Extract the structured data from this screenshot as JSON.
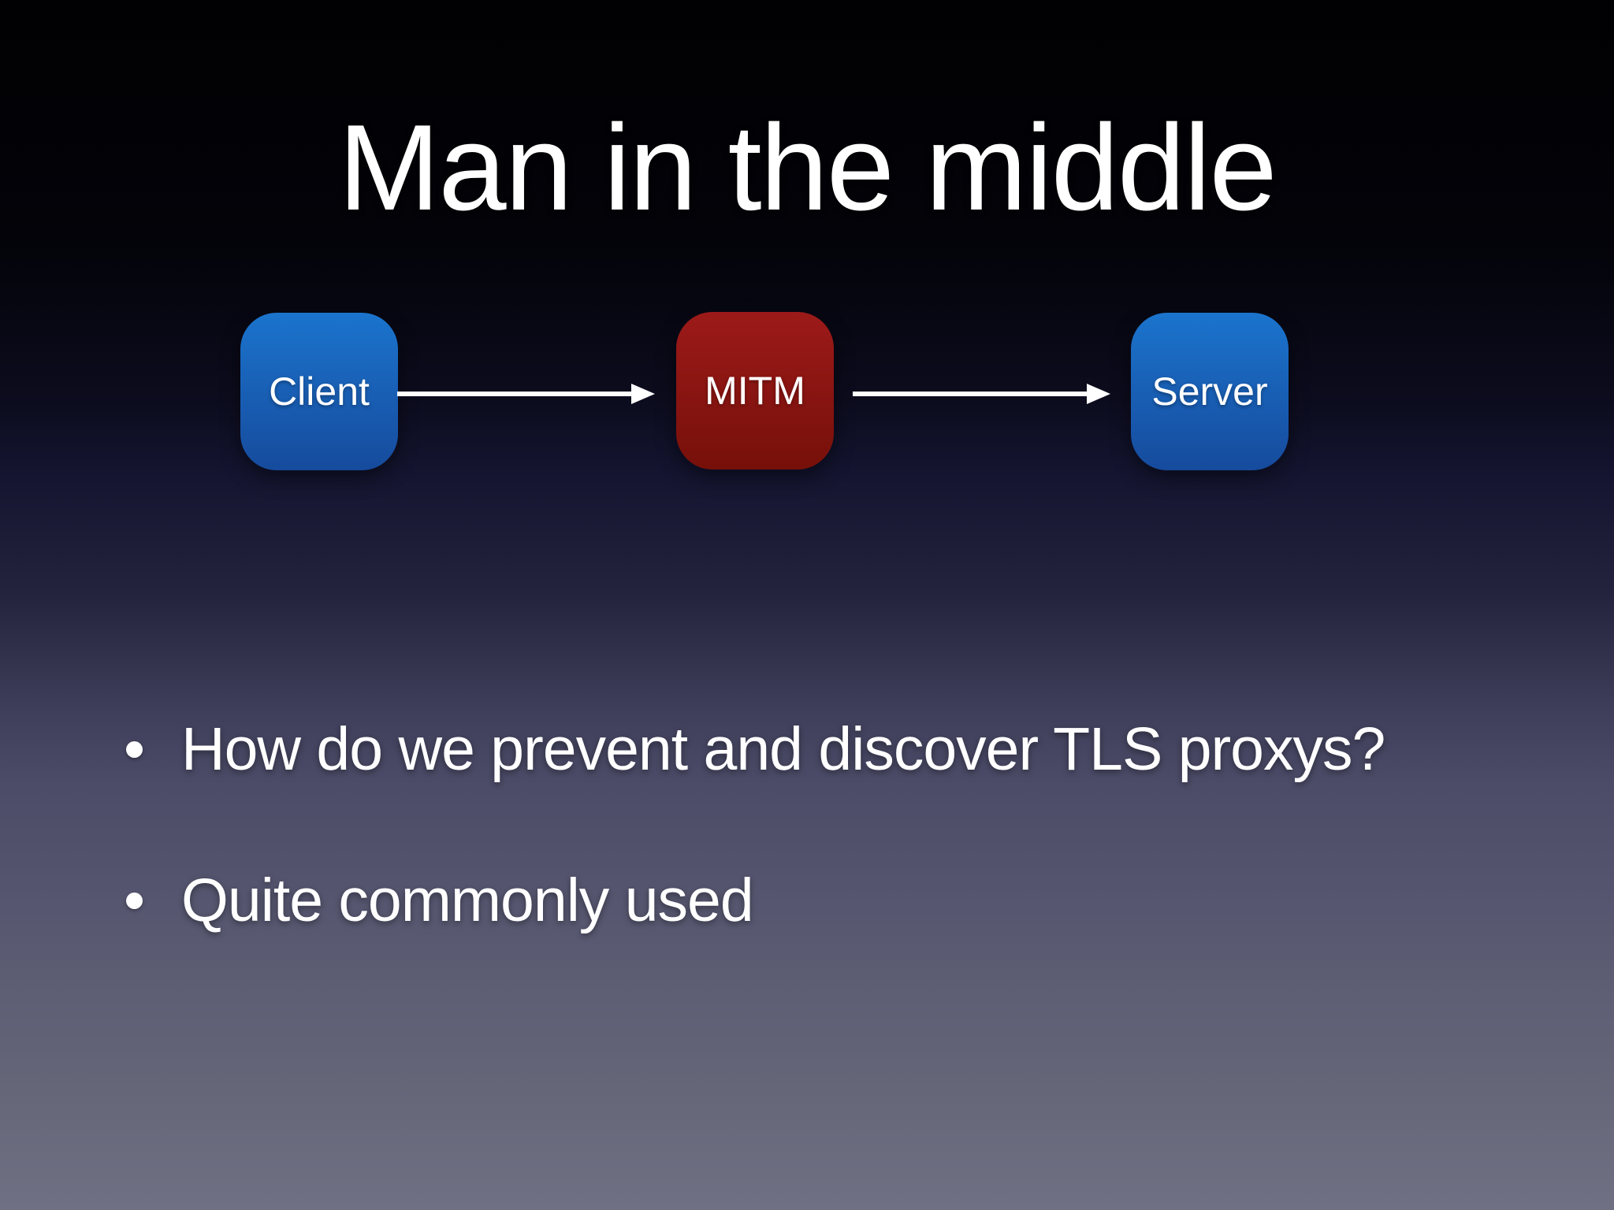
{
  "slide": {
    "title": "Man in the middle",
    "diagram": {
      "nodes": [
        {
          "id": "client",
          "label": "Client",
          "color_top": "#1b74cd",
          "color_bottom": "#164b9d"
        },
        {
          "id": "mitm",
          "label": "MITM",
          "color_top": "#9c1a19",
          "color_bottom": "#77100a"
        },
        {
          "id": "server",
          "label": "Server",
          "color_top": "#1b74cd",
          "color_bottom": "#164b9d"
        }
      ],
      "arrows": [
        {
          "from": "client",
          "to": "mitm"
        },
        {
          "from": "mitm",
          "to": "server"
        }
      ],
      "arrow_color": "#ffffff"
    },
    "bullets": [
      {
        "text": "How do we prevent and discover TLS proxys?"
      },
      {
        "text": "Quite commonly used"
      }
    ],
    "colors": {
      "background_top": "#000000",
      "background_bottom": "#707084",
      "text": "#ffffff"
    }
  }
}
